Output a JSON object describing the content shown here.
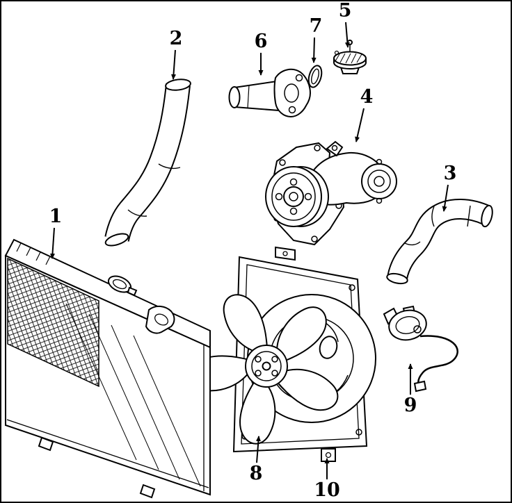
{
  "colors": {
    "background": "#ffffff",
    "ink": "#000000"
  },
  "diagram": {
    "type": "exploded-parts-line-diagram",
    "subject": "engine cooling system",
    "callouts": [
      {
        "label": "1",
        "part": "radiator"
      },
      {
        "label": "2",
        "part": "upper-radiator-hose"
      },
      {
        "label": "3",
        "part": "lower-radiator-hose"
      },
      {
        "label": "4",
        "part": "water-pump"
      },
      {
        "label": "5",
        "part": "thermostat"
      },
      {
        "label": "6",
        "part": "water-inlet-pipe"
      },
      {
        "label": "7",
        "part": "gasket-ring"
      },
      {
        "label": "8",
        "part": "fan-blade"
      },
      {
        "label": "9",
        "part": "fan-motor"
      },
      {
        "label": "10",
        "part": "fan-shroud"
      }
    ]
  }
}
